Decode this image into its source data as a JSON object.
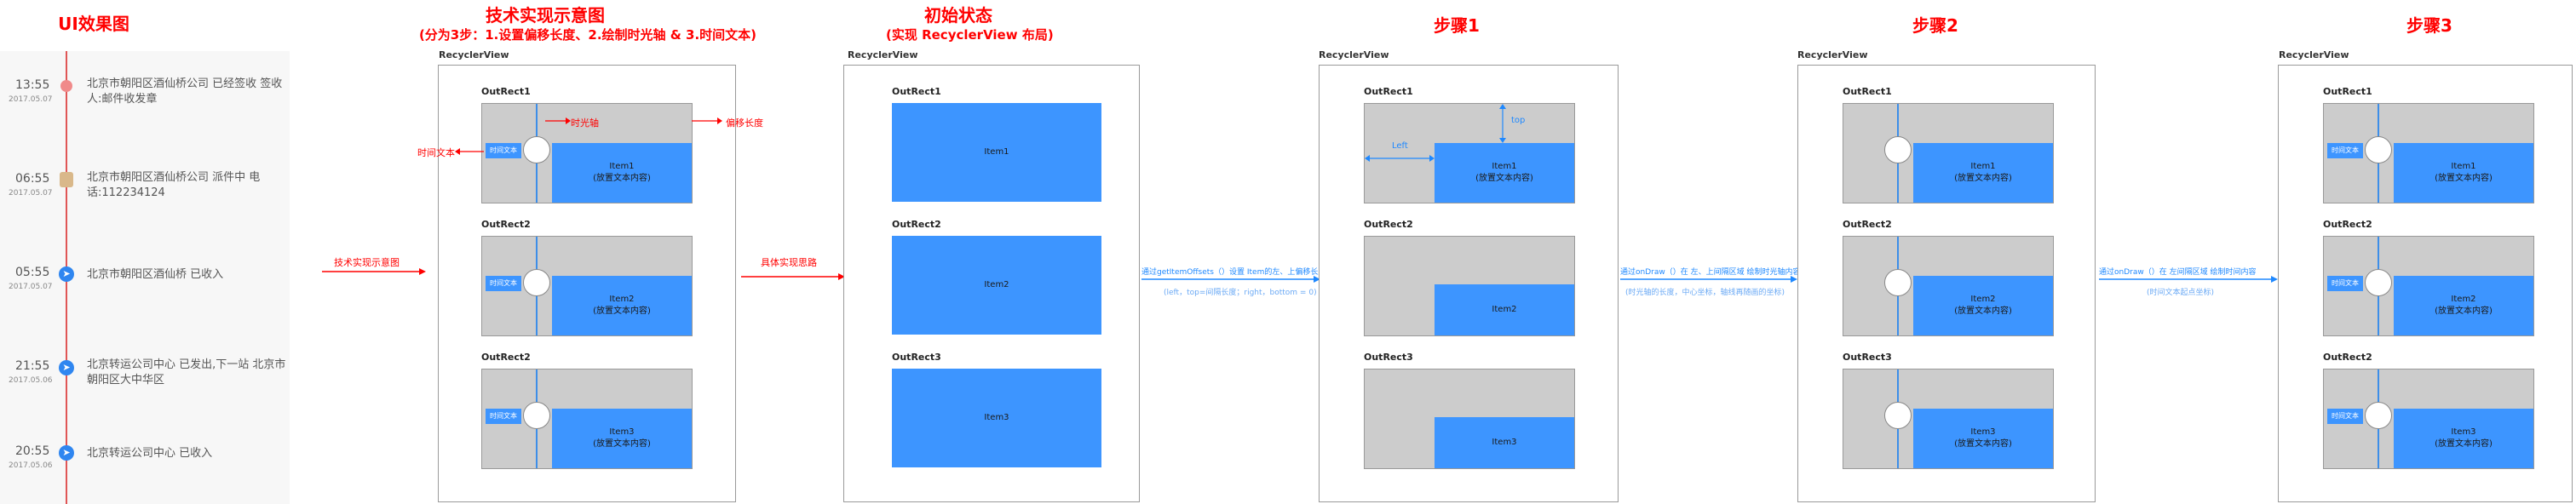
{
  "titles": {
    "ui": "UI效果图",
    "tech": "技术实现示意图",
    "tech_sub": "(分为3步：1.设置偏移长度、2.绘制时光轴 & 3.时间文本)",
    "init": "初始状态",
    "init_sub": "(实现 RecyclerView 布局)",
    "step1": "步骤1",
    "step2": "步骤2",
    "step3": "步骤3"
  },
  "timeline": [
    {
      "time": "13:55",
      "date": "2017.05.07",
      "text": "北京市朝阳区酒仙桥公司 已经签收 签收人:邮件收发章"
    },
    {
      "time": "06:55",
      "date": "2017.05.07",
      "text": "北京市朝阳区酒仙桥公司 派件中 电话:112234124"
    },
    {
      "time": "05:55",
      "date": "2017.05.07",
      "text": "北京市朝阳区酒仙桥 已收入"
    },
    {
      "time": "21:55",
      "date": "2017.05.06",
      "text": "北京转运公司中心 已发出,下一站 北京市朝阳区大中华区"
    },
    {
      "time": "20:55",
      "date": "2017.05.06",
      "text": "北京转运公司中心 已收入"
    }
  ],
  "rv_label": "RecyclerView",
  "outer_labels": [
    "OutRect1",
    "OutRect2",
    "OutRect3"
  ],
  "item_names": [
    "Item1",
    "Item2",
    "Item3"
  ],
  "item_sub": "(放置文本内容)",
  "time_tag": "时间文本",
  "annotations": {
    "timeline_axis": "时光轴",
    "offset_len": "偏移长度",
    "time_text": "时间文本",
    "arrow1": "技术实现示意图",
    "arrow2": "具体实现思路",
    "arrow3_top": "通过getItemOffsets（）设置 Item的左、上偏移长度",
    "arrow3_bottom": "(left，top=间隔长度；right，bottom = 0)",
    "arrow4_top": "通过onDraw（）在 左、上间隔区域 绘制时光轴内容",
    "arrow4_bottom": "(时光轴的长度，中心坐标，轴线再随画的坐标)",
    "arrow5_top": "通过onDraw（）在 左间隔区域 绘制时间内容",
    "arrow5_bottom": "(时间文本起点坐标)",
    "top": "top",
    "left": "Left"
  },
  "colors": {
    "accent_red": "#ff0000",
    "item_blue": "#3d95ff",
    "axis_blue": "#3d8ee8",
    "outer_gray": "#cccccc"
  }
}
